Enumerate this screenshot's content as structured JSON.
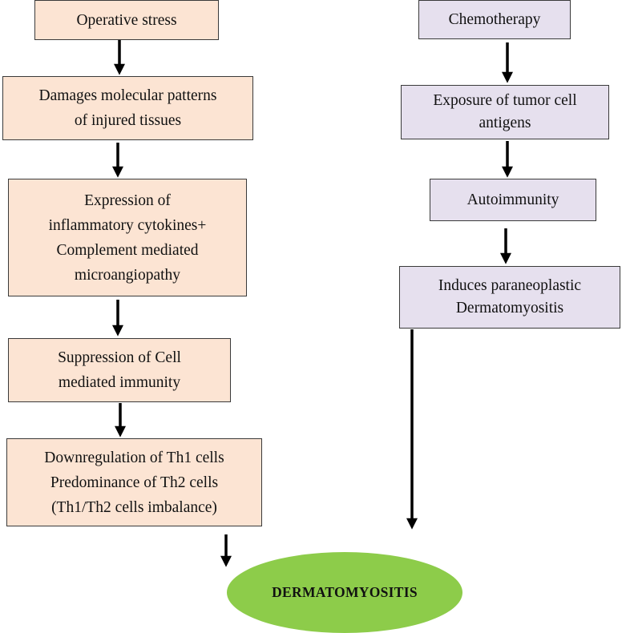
{
  "left_flow": {
    "operative_stress": "Operative stress",
    "damages": "Damages molecular patterns\nof injured tissues",
    "expression": "Expression of\ninflammatory cytokines+\nComplement mediated\nmicroangiopathy",
    "suppression": "Suppression of Cell\nmediated immunity",
    "downregulation": "Downregulation of Th1 cells\nPredominance of Th2 cells\n(Th1/Th2  cells imbalance)"
  },
  "right_flow": {
    "chemotherapy": "Chemotherapy",
    "exposure": "Exposure of tumor cell\nantigens",
    "autoimmunity": "Autoimmunity",
    "induces": "Induces paraneoplastic\nDermatomyositis"
  },
  "outcome": {
    "label": "DERMATOMYOSITIS"
  },
  "colors": {
    "left_box_fill": "#fce4d3",
    "right_box_fill": "#e6e0ee",
    "outcome_fill": "#8dcc4a",
    "arrow": "#000000"
  }
}
